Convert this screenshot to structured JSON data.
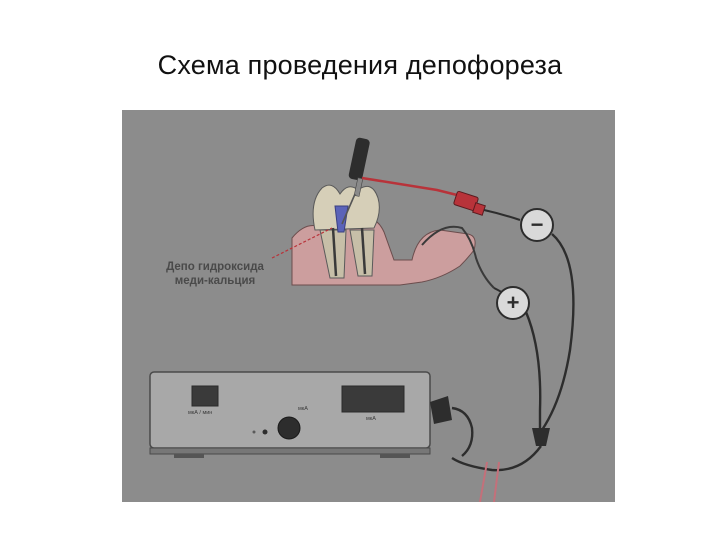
{
  "slide": {
    "title": "Схема проведения депофореза"
  },
  "diagram": {
    "depot_label_line1": "Депо гидроксида",
    "depot_label_line2": "меди-кальция",
    "negative_symbol": "−",
    "positive_symbol": "+",
    "device": {
      "left_display_label": "мкА / мин",
      "knob_label": "мкА",
      "right_display_label": "мкА"
    },
    "colors": {
      "background": "#8c8c8c",
      "electrode_red": "#b8333a",
      "gum_pink": "#cc9e9e",
      "tooth": "#c7bfa8",
      "device_body": "#a8a8a8"
    }
  }
}
